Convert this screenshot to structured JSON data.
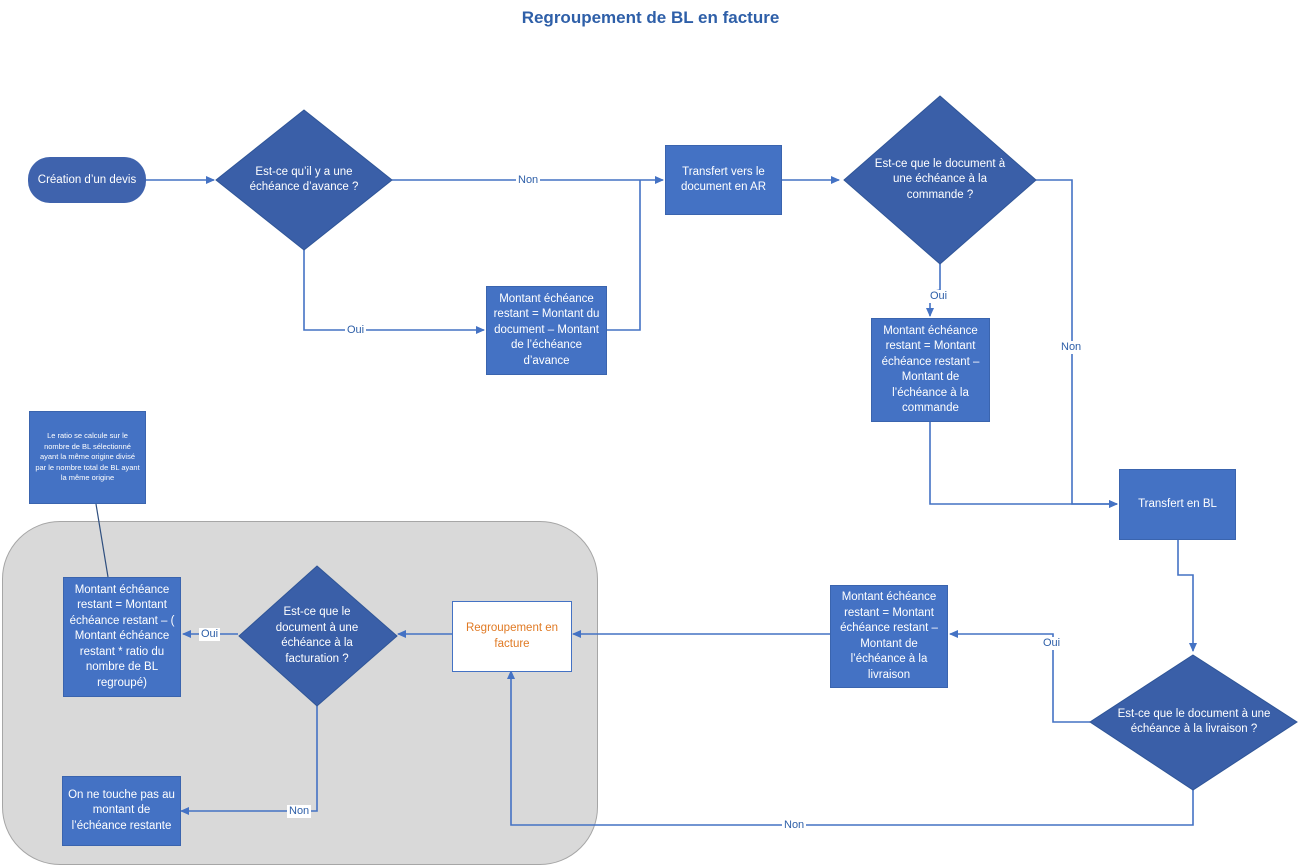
{
  "title": "Regroupement de BL en facture",
  "nodes": {
    "start": "Création d’un devis",
    "q_advance": "Est-ce qu’il y a une échéance d’avance ?",
    "transfer_ar": "Transfert vers le document en AR",
    "q_order": "Est-ce que le document à une échéance à la commande ?",
    "amount_advance": "Montant échéance restant = Montant du document – Montant de l’échéance d’avance",
    "amount_order": "Montant échéance restant = Montant échéance restant  – Montant de l’échéance à la commande",
    "note_ratio": "Le ratio se calcule sur le nombre de BL sélectionné ayant la même origine divisé par le nombre total de BL ayant la même origine",
    "transfer_bl": "Transfert en BL",
    "amount_ratio": "Montant échéance restant = Montant échéance restant  – ( Montant échéance restant  * ratio du nombre de BL regroupé)",
    "q_billing": "Est-ce que le document à une échéance à la facturation ?",
    "regroup_invoice": "Regroupement en facture",
    "amount_delivery": "Montant échéance restant = Montant échéance restant  – Montant de l’échéance à la livraison",
    "q_delivery": "Est-ce que le document à une échéance à la livraison ?",
    "no_change": "On ne touche pas au montant de l’échéance restante"
  },
  "labels": {
    "non1": "Non",
    "oui1": "Oui",
    "oui2": "Oui",
    "non2": "Non",
    "oui3": "Oui",
    "oui4": "Oui",
    "non3": "Non",
    "non4": "Non"
  },
  "colors": {
    "shape_fill": "#4472c4",
    "diamond_fill": "#3a5fa8",
    "line": "#4472c4",
    "group_fill": "#d9d9d9",
    "title": "#2e5fa8"
  }
}
